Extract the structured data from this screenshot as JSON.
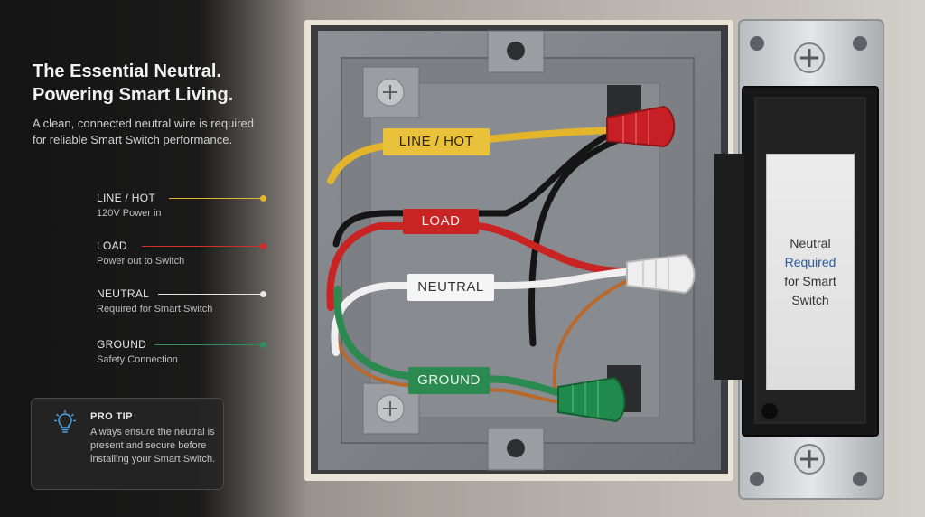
{
  "headline": {
    "line1": "The Essential Neutral.",
    "line2": "Powering Smart Living."
  },
  "intro": "A clean, connected neutral wire is required for reliable Smart Switch performance.",
  "legend": [
    {
      "title": "LINE / HOT",
      "subtitle": "120V Power in",
      "color": "#e3b52a"
    },
    {
      "title": "LOAD",
      "subtitle": "Power out to Switch",
      "color": "#d42b2b"
    },
    {
      "title": "NEUTRAL",
      "subtitle": "Required for Smart Switch",
      "color": "#e6e6e6"
    },
    {
      "title": "GROUND",
      "subtitle": "Safety Connection",
      "color": "#2e8f5a"
    }
  ],
  "tip": {
    "icon": "lightbulb-icon",
    "title": "PRO TIP",
    "text": "Always ensure the neutral is present and secure before installing your Smart Switch."
  },
  "wire_tags": {
    "line": "LINE / HOT",
    "load": "LOAD",
    "neutral": "NEUTRAL",
    "ground": "GROUND"
  },
  "switch_card": {
    "line1": "Neutral",
    "line2": "Required",
    "line3": "for Smart",
    "line4": "Switch"
  },
  "colors": {
    "accent_blue": "#2a5c9e",
    "wire_yellow": "#e3b52a",
    "wire_red": "#c92424",
    "wire_white": "#f0f0f0",
    "wire_green": "#2b8a4f",
    "copper": "#b86a2e"
  }
}
